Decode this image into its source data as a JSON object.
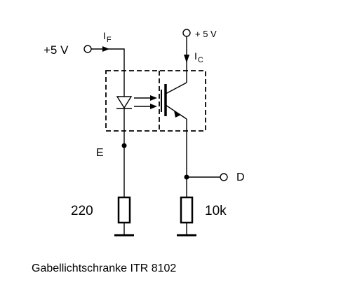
{
  "labels": {
    "supply_left": "+5 V",
    "supply_right": "+ 5 V",
    "current_f_main": "I",
    "current_f_sub": "F",
    "current_c_main": "I",
    "current_c_sub": "C",
    "node_e": "E",
    "node_d": "D",
    "resistor_left": "220",
    "resistor_right": "10k",
    "caption": "Gabellichtschranke ITR 8102"
  },
  "colors": {
    "line": "#000000",
    "background": "#ffffff"
  }
}
